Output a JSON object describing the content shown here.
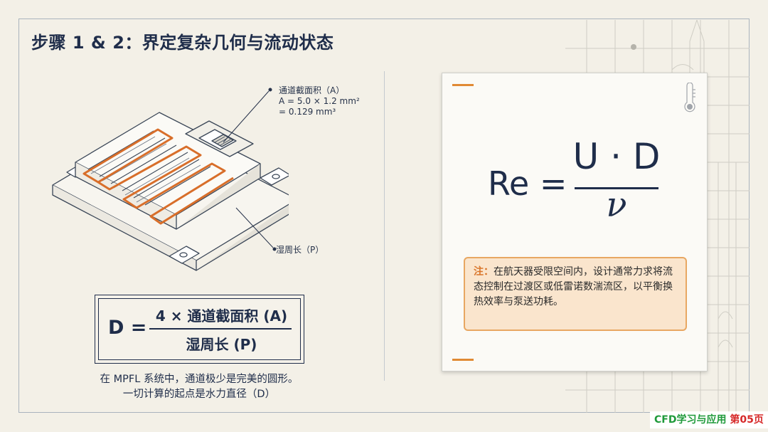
{
  "title": "步骤 1 & 2：界定复杂几何与流动状态",
  "diagram": {
    "area_callout": {
      "label": "通道截面积（A）",
      "line1": "A = 5.0 × 1.2 mm²",
      "line2": "= 0.129 mm³"
    },
    "perimeter_callout": "湿周长（P）"
  },
  "hydraulic_formula": {
    "lhs": "D =",
    "numerator": "4 × 通道截面积 (A)",
    "denominator": "湿周长 (P)"
  },
  "caption": {
    "line1": "在 MPFL 系统中，通道极少是完美的圆形。",
    "line2": "一切计算的起点是水力直径（D）"
  },
  "reynolds": {
    "lhs": "Re =",
    "numerator": "U · D",
    "denominator": "ν"
  },
  "note": {
    "label": "注：",
    "text": "在航天器受限空间内，设计通常力求将流态控制在过渡区或低雷诺数湍流区，以平衡换热效率与泵送功耗。"
  },
  "brand": {
    "text": "CFD学习与应用",
    "page": "第05页"
  },
  "colors": {
    "navy": "#1f2d4a",
    "accent": "#e08a34",
    "note_bg": "#fae5cd",
    "channel": "#d86e2a"
  },
  "icons": [
    "thermometer-icon"
  ]
}
